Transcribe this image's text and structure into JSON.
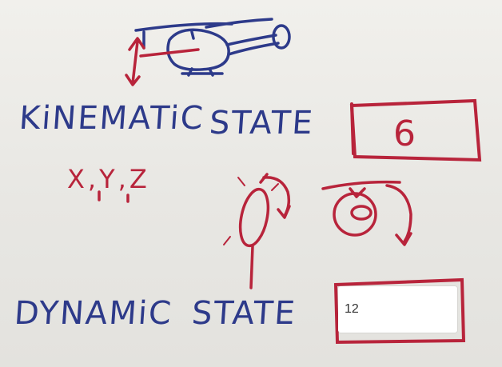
{
  "board": {
    "kinematic_label": "KiNEMATiC",
    "state_label_1": "STATE",
    "kinematic_value": "6",
    "xyz_label": "X,Y,Z",
    "dynamic_label": "DYNAMiC",
    "state_label_2": "STATE"
  },
  "answer": {
    "value": "12"
  },
  "colors": {
    "background": "#ecebe7",
    "blue_marker": "#2d3a8a",
    "red_marker": "#b8243b",
    "input_background": "#ffffff"
  }
}
